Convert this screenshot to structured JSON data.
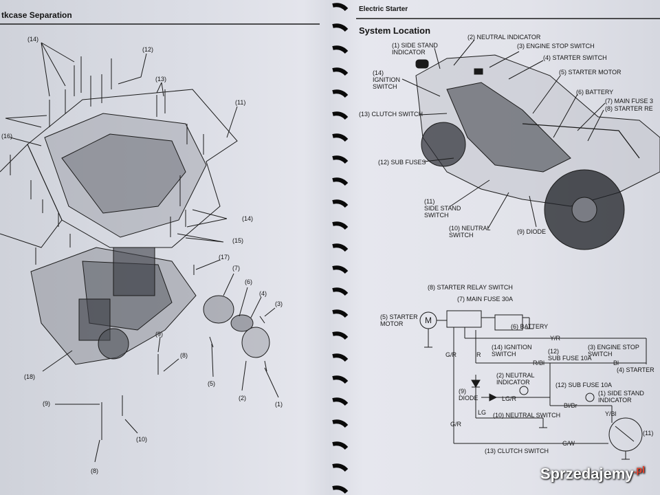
{
  "left_page": {
    "header": "tkcase Separation",
    "callouts": [
      {
        "id": "l14a",
        "text": "(14)"
      },
      {
        "id": "l12",
        "text": "(12)"
      },
      {
        "id": "l13",
        "text": "(13)"
      },
      {
        "id": "l11",
        "text": "(11)"
      },
      {
        "id": "l16",
        "text": "(16)"
      },
      {
        "id": "l14b",
        "text": "(14)"
      },
      {
        "id": "l15",
        "text": "(15)"
      },
      {
        "id": "l17",
        "text": "(17)"
      },
      {
        "id": "l7",
        "text": "(7)"
      },
      {
        "id": "l6",
        "text": "(6)"
      },
      {
        "id": "l4",
        "text": "(4)"
      },
      {
        "id": "l3",
        "text": "(3)"
      },
      {
        "id": "l9a",
        "text": "(9)"
      },
      {
        "id": "l8a",
        "text": "(8)"
      },
      {
        "id": "l18",
        "text": "(18)"
      },
      {
        "id": "l5",
        "text": "(5)"
      },
      {
        "id": "l2",
        "text": "(2)"
      },
      {
        "id": "l1",
        "text": "(1)"
      },
      {
        "id": "l9b",
        "text": "(9)"
      },
      {
        "id": "l10",
        "text": "(10)"
      },
      {
        "id": "l8b",
        "text": "(8)"
      }
    ]
  },
  "right_page": {
    "header": "Electric Starter",
    "section_title": "System Location",
    "location_labels": [
      {
        "id": "r1",
        "text": "(1) SIDE STAND\nINDICATOR"
      },
      {
        "id": "r2",
        "text": "(2) NEUTRAL INDICATOR"
      },
      {
        "id": "r3",
        "text": "(3) ENGINE STOP SWITCH"
      },
      {
        "id": "r4",
        "text": "(4) STARTER SWITCH"
      },
      {
        "id": "r5",
        "text": "(5) STARTER MOTOR"
      },
      {
        "id": "r6",
        "text": "(6) BATTERY"
      },
      {
        "id": "r7",
        "text": "(7) MAIN FUSE 3"
      },
      {
        "id": "r8",
        "text": "(8) STARTER RE"
      },
      {
        "id": "r14",
        "text": "(14)\nIGNITION\nSWITCH"
      },
      {
        "id": "r13",
        "text": "(13) CLUTCH SWITCH"
      },
      {
        "id": "r12",
        "text": "(12) SUB FUSES"
      },
      {
        "id": "r11",
        "text": "(11)\nSIDE STAND\nSWITCH"
      },
      {
        "id": "r10",
        "text": "(10) NEUTRAL\nSWITCH"
      },
      {
        "id": "r9",
        "text": "(9) DIODE"
      }
    ],
    "schematic_labels": [
      {
        "id": "s8",
        "text": "(8) STARTER RELAY SWITCH"
      },
      {
        "id": "s7",
        "text": "(7) MAIN FUSE 30A"
      },
      {
        "id": "s5",
        "text": "(5) STARTER\nMOTOR"
      },
      {
        "id": "s6",
        "text": "(6) BATTERY"
      },
      {
        "id": "w_yr",
        "text": "Y/R"
      },
      {
        "id": "s14",
        "text": "(14) IGNITION\nSWITCH"
      },
      {
        "id": "s3",
        "text": "(3) ENGINE STOP\nSWITCH"
      },
      {
        "id": "w_gr",
        "text": "G/R"
      },
      {
        "id": "w_r",
        "text": "R"
      },
      {
        "id": "w_rbl",
        "text": "R/Bl"
      },
      {
        "id": "s12a",
        "text": "(12)\nSUB FUSE 10A"
      },
      {
        "id": "w_bl",
        "text": "Bl"
      },
      {
        "id": "s4",
        "text": "(4) STARTER"
      },
      {
        "id": "s2",
        "text": "(2) NEUTRAL\nINDICATOR"
      },
      {
        "id": "s12b",
        "text": "(12) SUB FUSE 10A"
      },
      {
        "id": "s9",
        "text": "(9)\nDIODE"
      },
      {
        "id": "w_lgr",
        "text": "LG/R"
      },
      {
        "id": "s1",
        "text": "(1) SIDE STAND\nINDICATOR"
      },
      {
        "id": "w_blbr",
        "text": "Bl/Br"
      },
      {
        "id": "w_yb",
        "text": "Y/Bl"
      },
      {
        "id": "w_lg",
        "text": "LG"
      },
      {
        "id": "s10",
        "text": "(10) NEUTRAL SWITCH"
      },
      {
        "id": "w_gr2",
        "text": "G/R"
      },
      {
        "id": "s11",
        "text": "(11)"
      },
      {
        "id": "w_gw",
        "text": "G/W"
      },
      {
        "id": "s13",
        "text": "(13) CLUTCH SWITCH"
      }
    ]
  },
  "watermark": {
    "text": "Sprzedajemy",
    "suffix": ".pl"
  },
  "colors": {
    "ink": "#141414",
    "paper": "#e2e3ea",
    "ring": "#0a0a0a",
    "watermark_dot": "#e8412c"
  }
}
